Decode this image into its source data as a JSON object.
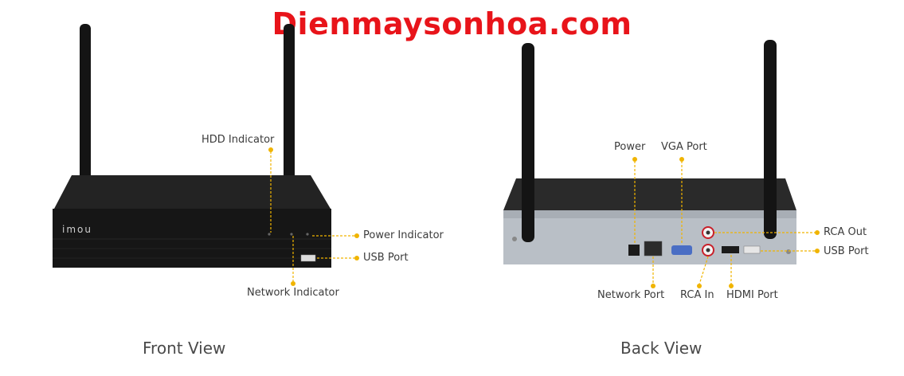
{
  "watermark": "Dienmaysonhoa.com",
  "front": {
    "brand": "imou",
    "caption": "Front View",
    "labels": {
      "hdd": "HDD Indicator",
      "power": "Power Indicator",
      "usb": "USB Port",
      "network": "Network Indicator"
    }
  },
  "back": {
    "caption": "Back View",
    "labels": {
      "power": "Power",
      "vga": "VGA Port",
      "rca_out": "RCA Out",
      "usb": "USB Port",
      "network": "Network Port",
      "rca_in": "RCA In",
      "hdmi": "HDMI Port"
    }
  },
  "colors": {
    "accent": "#f0b400",
    "watermark": "#e8141a",
    "device": "#1b1b1b",
    "panel": "#b9bfc6"
  }
}
